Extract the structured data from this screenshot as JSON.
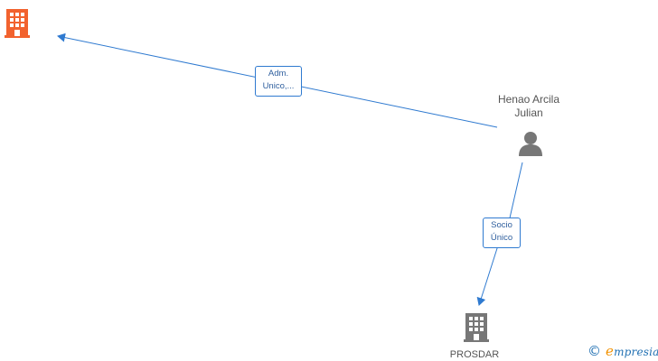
{
  "nodes": {
    "top_company": {
      "icon": "building-icon",
      "color": "#f2622e"
    },
    "person": {
      "name_line1": "Henao Arcila",
      "name_line2": "Julian",
      "icon": "person-icon",
      "color": "#777777"
    },
    "bottom_company": {
      "name": "PROSDAR",
      "icon": "building-icon",
      "color": "#777777"
    }
  },
  "edges": {
    "adm": {
      "line1": "Adm.",
      "line2": "Unico,..."
    },
    "socio": {
      "line1": "Socio",
      "line2": "Único"
    }
  },
  "colors": {
    "edge": "#2f7ad0",
    "brand": "#1f6fb2",
    "brand_accent": "#f29100"
  },
  "brand": {
    "symbol": "©",
    "initial": "e",
    "rest": "mpresia"
  }
}
